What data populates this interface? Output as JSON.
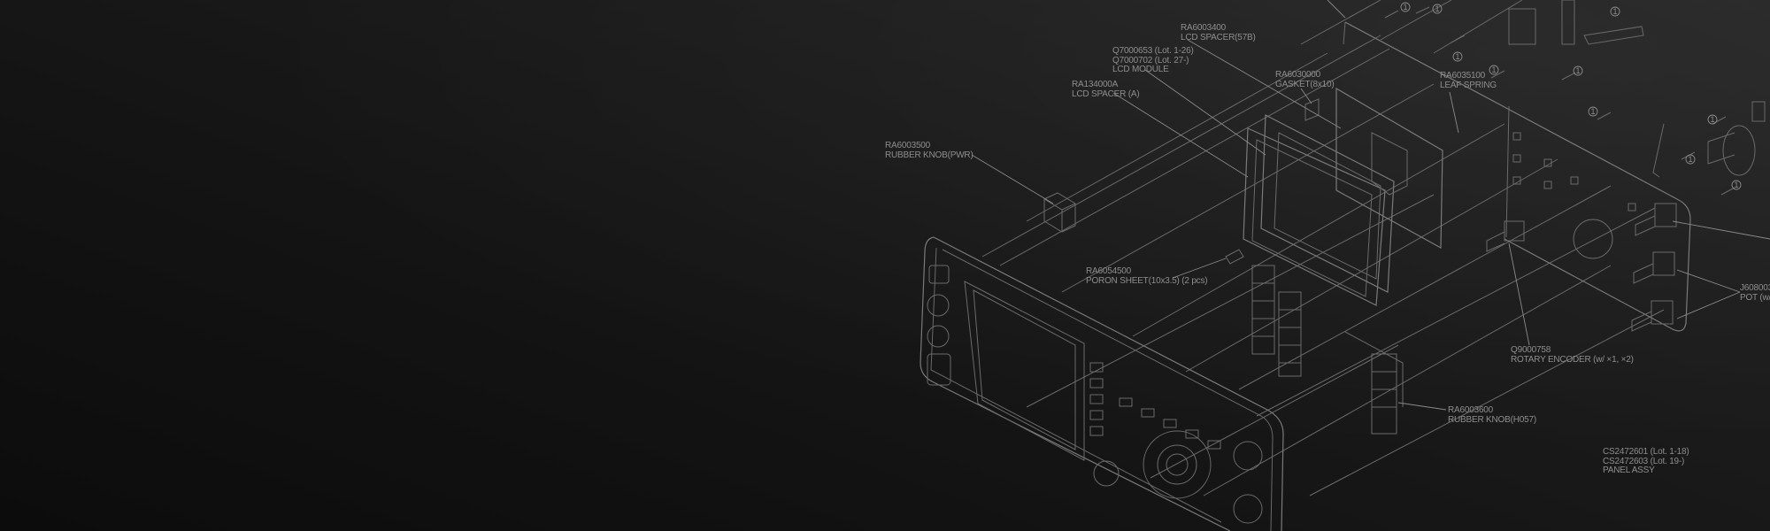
{
  "diagram": {
    "callouts": [
      {
        "id": "lcd-spacer-57b",
        "lines": [
          "RA6003400",
          "LCD SPACER(57B)"
        ]
      },
      {
        "id": "lcd-module",
        "lines": [
          "Q7000653 (Lot. 1-26)",
          "Q7000702 (Lot. 27-)",
          "LCD MODULE"
        ]
      },
      {
        "id": "lcd-spacer-a",
        "lines": [
          "RA134000A",
          "LCD SPACER (A)"
        ]
      },
      {
        "id": "gasket",
        "lines": [
          "RA6030000",
          "GASKET(8x10)"
        ]
      },
      {
        "id": "leaf-spring",
        "lines": [
          "RA6035100",
          "LEAF SPRING"
        ]
      },
      {
        "id": "rubber-knob-pwr",
        "lines": [
          "RA6003500",
          "RUBBER KNOB(PWR)"
        ]
      },
      {
        "id": "poron-sheet",
        "lines": [
          "RA6054500",
          "PORON SHEET(10x3.5) (2 pcs)"
        ]
      },
      {
        "id": "rotary-encoder",
        "lines": [
          "Q9000758",
          "ROTARY ENCODER (w/ ×1, ×2)"
        ]
      },
      {
        "id": "rubber-knob-h057",
        "lines": [
          "RA6003600",
          "RUBBER KNOB(H057)"
        ]
      },
      {
        "id": "panel-assy",
        "lines": [
          "CS2472601 (Lot. 1-18)",
          "CS2472603 (Lot. 19-)",
          "PANEL ASSY"
        ]
      },
      {
        "id": "pot",
        "lines": [
          "J608003",
          "POT (w/"
        ]
      }
    ],
    "screw_marker": "1",
    "colors": {
      "background": "#1a1a1a",
      "line": "#6a6a6a",
      "text": "#8e8e8e"
    }
  }
}
